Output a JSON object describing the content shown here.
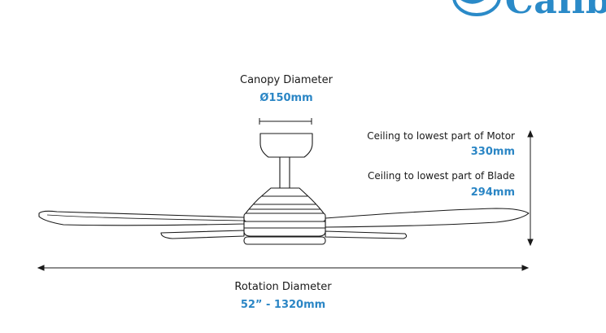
{
  "brand": {
    "name_partial": "Calib",
    "accent_color": "#2b86c5"
  },
  "canopy": {
    "label": "Canopy Diameter",
    "value": "Ø150mm"
  },
  "motor": {
    "label": "Ceiling to lowest part of Motor",
    "value": "330mm"
  },
  "blade": {
    "label": "Ceiling to lowest part of Blade",
    "value": "294mm"
  },
  "rotation": {
    "label": "Rotation Diameter",
    "value": "52” - 1320mm"
  }
}
